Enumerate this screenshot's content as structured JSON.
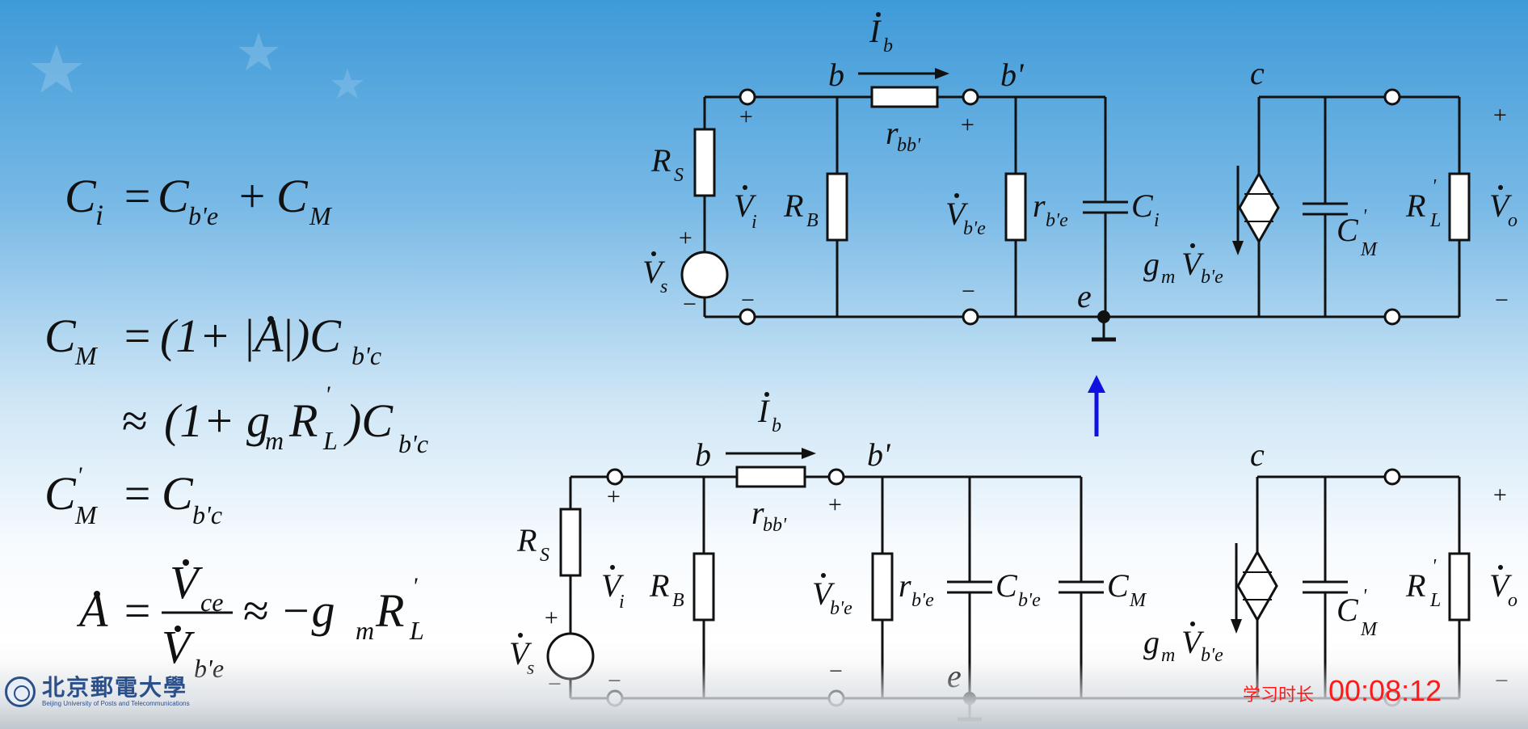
{
  "equations": {
    "ci": {
      "lhs": "C",
      "lhs_sub": "i",
      "rhs1": "C",
      "rhs1_sub": "b'e",
      "plus": "+",
      "rhs2": "C",
      "rhs2_sub": "M"
    },
    "cm": {
      "lhs": "C",
      "lhs_sub": "M",
      "rhs_open": "(1+ |",
      "a": "A",
      "rhs_close": "|)C",
      "rhs_sub": "b'c"
    },
    "cm_approx": {
      "approx": "≈",
      "open": "(1+ g",
      "g_sub": "m",
      "r": "R",
      "r_sub": "L",
      "r_sup": "'",
      "close": ")C",
      "c_sub": "b'c"
    },
    "cmp": {
      "lhs": "C",
      "lhs_sub": "M",
      "lhs_sup": "'",
      "rhs": "C",
      "rhs_sub": "b'c"
    },
    "gain": {
      "a": "A",
      "num": "V",
      "num_sub": "ce",
      "den": "V",
      "den_sub": "b'e",
      "approx": "≈ −g",
      "g_sub": "m",
      "r": "R",
      "r_sub": "L",
      "r_sup": "'"
    }
  },
  "circuit_top": {
    "ib": "I",
    "ib_sub": "b",
    "b": "b",
    "bp": "b'",
    "c": "c",
    "e": "e",
    "rbb": "r",
    "rbb_sub": "bb'",
    "rs": "R",
    "rs_sub": "S",
    "rb": "R",
    "rb_sub": "B",
    "vi": "V",
    "vi_sub": "i",
    "vs": "V",
    "vs_sub": "s",
    "vbe": "V",
    "vbe_sub": "b'e",
    "rbe": "r",
    "rbe_sub": "b'e",
    "ci": "C",
    "ci_sub": "i",
    "gm": "g",
    "gm_sub": "m",
    "gmv": "V",
    "gmv_sub": "b'e",
    "cm": "C",
    "cm_sub": "M",
    "cm_sup": "'",
    "rl": "R",
    "rl_sub": "L",
    "rl_sup": "'",
    "vo": "V",
    "vo_sub": "o",
    "plus": "+",
    "minus": "−"
  },
  "circuit_bottom": {
    "ib": "I",
    "ib_sub": "b",
    "b": "b",
    "bp": "b'",
    "c": "c",
    "e": "e",
    "rbb": "r",
    "rbb_sub": "bb'",
    "rs": "R",
    "rs_sub": "S",
    "rb": "R",
    "rb_sub": "B",
    "vi": "V",
    "vi_sub": "i",
    "vs": "V",
    "vs_sub": "s",
    "vbe": "V",
    "vbe_sub": "b'e",
    "rbe": "r",
    "rbe_sub": "b'e",
    "cbe": "C",
    "cbe_sub": "b'e",
    "cm": "C",
    "cm_sub": "M",
    "gm": "g",
    "gm_sub": "m",
    "gmv": "V",
    "gmv_sub": "b'e",
    "cmp": "C",
    "cmp_sub": "M",
    "cmp_sup": "'",
    "rl": "R",
    "rl_sub": "L",
    "rl_sup": "'",
    "vo": "V",
    "vo_sub": "o",
    "plus": "+",
    "minus": "−"
  },
  "logo": {
    "cn": "北京郵電大學",
    "en": "Beijing University of Posts and Telecommunications"
  },
  "timer": {
    "label": "学习时长",
    "value": "00:08:12"
  },
  "colors": {
    "arrow": "#1010e0",
    "timer": "#ff1a1a",
    "logo": "#2b4f8a"
  }
}
